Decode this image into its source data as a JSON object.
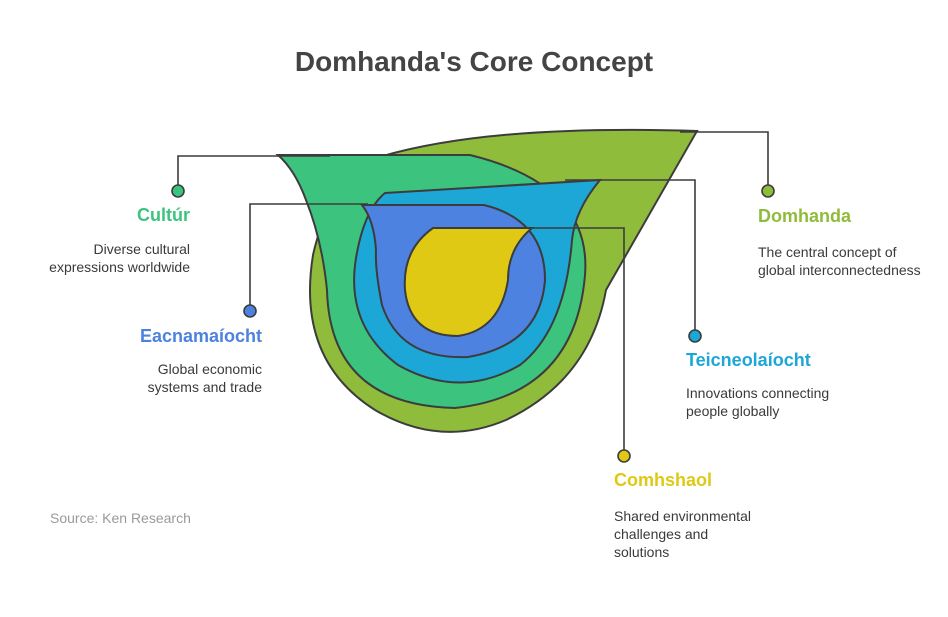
{
  "title": "Domhanda's Core Concept",
  "source": "Source: Ken Research",
  "items": [
    {
      "key": "domhanda",
      "label": "Domhanda",
      "description": "The central concept of global interconnectedness",
      "color": "#8fbc3a"
    },
    {
      "key": "cultur",
      "label": "Cultúr",
      "description": "Diverse cultural expressions worldwide",
      "color": "#3cc47e"
    },
    {
      "key": "teicneolaiocht",
      "label": "Teicneolaíocht",
      "description": "Innovations connecting people globally",
      "color": "#1ca7d6"
    },
    {
      "key": "eacnamaiocht",
      "label": "Eacnamaíocht",
      "description": "Global economic systems and trade",
      "color": "#4d82e0"
    },
    {
      "key": "comhshaol",
      "label": "Comhshaol",
      "description": "Shared environmental challenges and solutions",
      "color": "#dfc914"
    }
  ]
}
